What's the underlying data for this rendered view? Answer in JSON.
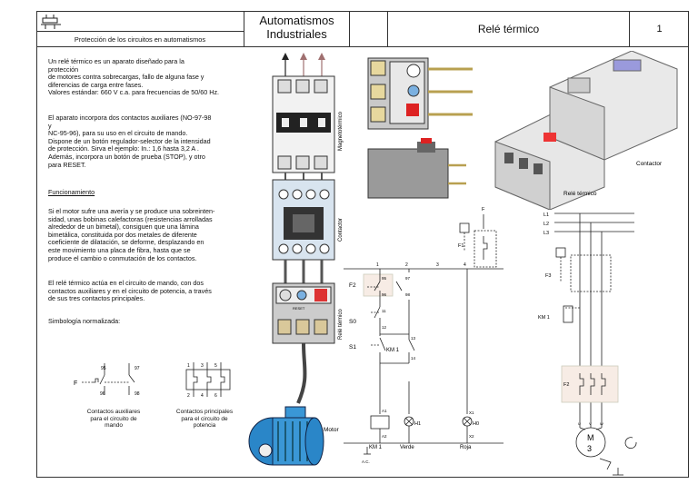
{
  "header": {
    "subtitle": "Protección de los circuitos en automatismos",
    "title_line1": "Automatismos",
    "title_line2": "Industriales",
    "topic": "Relé térmico",
    "page": "1"
  },
  "text": {
    "p1_1": "Un relé térmico es un aparato diseñado para la",
    "p1_2": "protección",
    "p1_3": "de motores contra sobrecargas, fallo de alguna fase y",
    "p1_4": "diferencias de carga entre fases.",
    "p1_5": "Valores estándar: 660 V c.a. para frecuencias de 50/60 Hz.",
    "p2_1": "El aparato incorpora dos contactos auxiliares (NO-97-98",
    "p2_2": "y",
    "p2_3": "NC-95-96), para su uso en el circuito de mando.",
    "p2_4": "Dispone de un botón regulador-selector de la intensidad",
    "p2_5": "de protección. Sirva el ejemplo: In.: 1,6 hasta 3,2 A .",
    "p2_6": "Además, incorpora un botón de prueba (STOP), y otro",
    "p2_7": "para RESET.",
    "funcionamiento": "Funcionamiento",
    "p3_1": "Si el motor sufre una avería y se produce una sobreinten-",
    "p3_2": "sidad, unas bobinas calefactoras (resistencias arrolladas",
    "p3_3": "alrededor de un bimetal), consiguen que una lámina",
    "p3_4": "bimetálica, constituida por dos metales de diferente",
    "p3_5": "coeficiente de dilatación, se deforme, desplazando en",
    "p3_6": "este movimiento una placa de fibra, hasta que se",
    "p3_7": "produce el cambio o conmutación de los contactos.",
    "p4_1": "El relé térmico actúa en el circuito de mando, con dos",
    "p4_2": "contactos auxiliares y en el circuito de potencia, a través",
    "p4_3": "de sus tres contactos principales.",
    "simbologia": "Simbología normalizada:"
  },
  "symbols": {
    "aux_caption_1": "Contactos auxiliares",
    "aux_caption_2": "para el circuito de",
    "aux_caption_3": "mando",
    "main_caption_1": "Contactos principales",
    "main_caption_2": "para el circuito de",
    "main_caption_3": "potencia",
    "f": "F",
    "n95": "95",
    "n96": "96",
    "n97": "97",
    "n98": "98",
    "n1": "1",
    "n3": "3",
    "n5": "5",
    "n2": "2",
    "n4": "4",
    "n6": "6"
  },
  "assembly": {
    "magnetotermico": "Magnetotérmico",
    "contactor": "Contactor",
    "rele_termico": "Relé térmico",
    "motor": "Motor",
    "reset": "RESET"
  },
  "photo_labels": {
    "contactor": "Contactor",
    "rele_termico": "Relé térmico"
  },
  "control_circuit": {
    "f2": "F2",
    "s0": "S0",
    "s1": "S1",
    "km1": "KM 1",
    "km1_coil": "KM 1",
    "verde": "Verde",
    "roja": "Roja",
    "h1": "H1",
    "h0": "H0",
    "cols": [
      "1",
      "2",
      "3",
      "4"
    ],
    "t95": "95",
    "t96": "96",
    "t97": "97",
    "t98": "98",
    "t11": "11",
    "t12": "12",
    "t13": "13",
    "t14": "14",
    "a1": "A1",
    "a2": "A2",
    "x1": "X1",
    "x2": "X2",
    "f": "F",
    "f1": "F1",
    "ac": "A.C."
  },
  "power_circuit": {
    "l1": "L1",
    "l2": "L2",
    "l3": "L3",
    "f3": "F3",
    "km1": "KM 1",
    "f2": "F2",
    "motor_m": "M",
    "motor_3": "3",
    "u": "U",
    "v": "V",
    "w": "W"
  }
}
